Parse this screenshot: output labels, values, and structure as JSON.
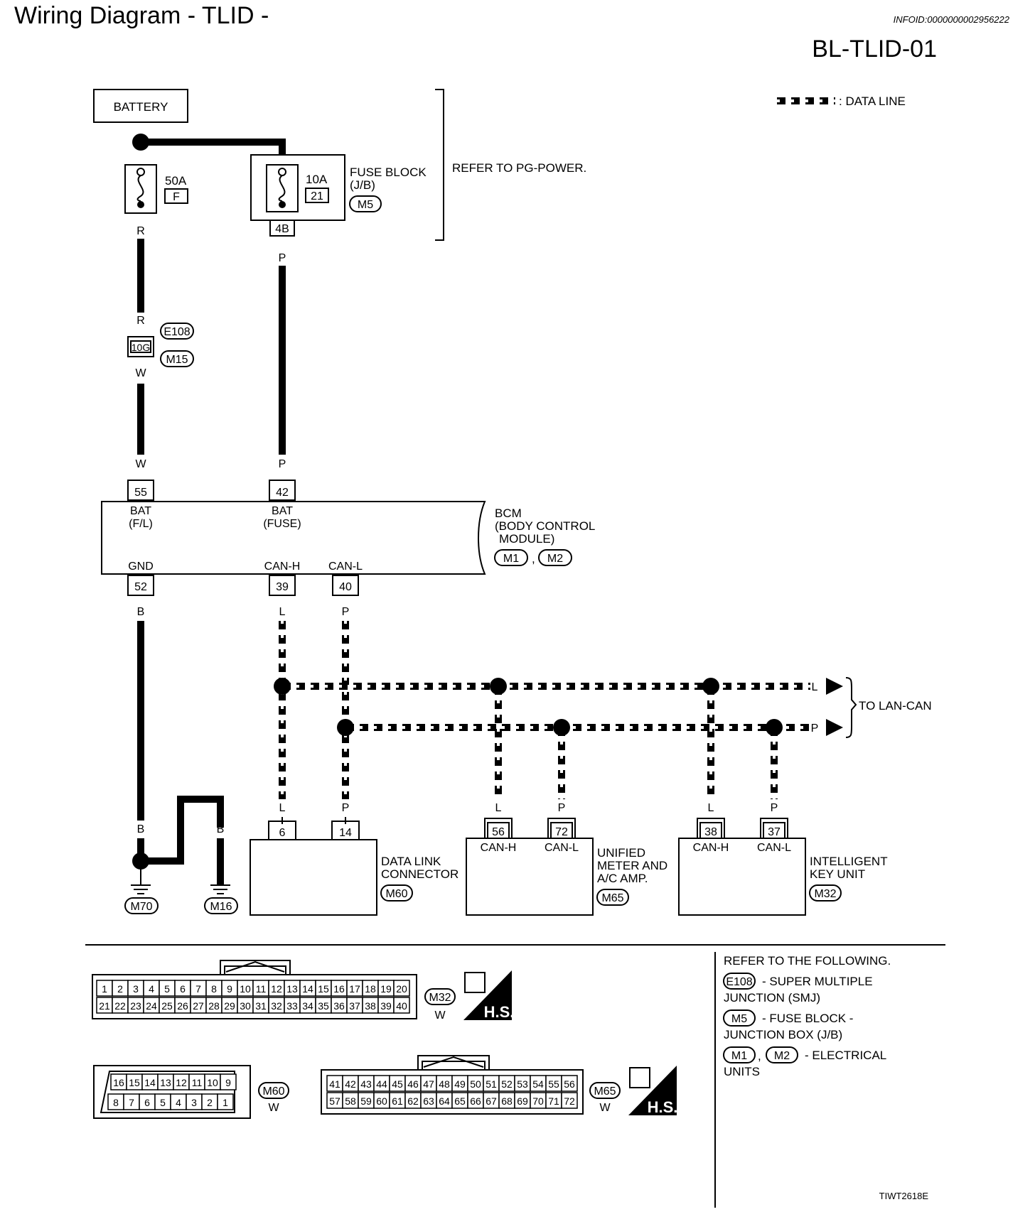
{
  "header": {
    "title": "Wiring Diagram - TLID -",
    "info_id": "INFOID:0000000002956222",
    "diagram_code": "BL-TLID-01"
  },
  "legend": {
    "data_line_label": ": DATA LINE"
  },
  "power": {
    "battery": "BATTERY",
    "fuse_f_rating": "50A",
    "fuse_f_id": "F",
    "fuse_21_rating": "10A",
    "fuse_21_id": "21",
    "fuse_block_name": "FUSE BLOCK",
    "fuse_block_sub": "(J/B)",
    "fuse_block_conn": "M5",
    "fuse_block_terminal": "4B",
    "refer_pg": "REFER TO PG-POWER."
  },
  "junction": {
    "terminal": "10G",
    "conn_1": "E108",
    "conn_2": "M15"
  },
  "wire_colors": {
    "red": "R",
    "white": "W",
    "pink": "P",
    "black": "B",
    "blue": "L"
  },
  "bcm": {
    "name": "BCM",
    "desc_1": "(BODY CONTROL",
    "desc_2": "MODULE)",
    "conn_1": "M1",
    "conn_2": "M2",
    "pins": {
      "bat_fl_num": "55",
      "bat_fl_line1": "BAT",
      "bat_fl_line2": "(F/L)",
      "bat_fuse_num": "42",
      "bat_fuse_line1": "BAT",
      "bat_fuse_line2": "(FUSE)",
      "gnd_num": "52",
      "gnd_label": "GND",
      "canh_num": "39",
      "canh_label": "CAN-H",
      "canl_num": "40",
      "canl_label": "CAN-L"
    }
  },
  "lan_can": {
    "label": "TO LAN-CAN",
    "comma": ","
  },
  "grounds": {
    "g1": "M70",
    "g2": "M16"
  },
  "dlc": {
    "name_1": "DATA LINK",
    "name_2": "CONNECTOR",
    "conn": "M60",
    "pin_h": "6",
    "pin_l": "14"
  },
  "meter": {
    "name_1": "UNIFIED",
    "name_2": "METER AND",
    "name_3": "A/C AMP.",
    "conn": "M65",
    "pin_h": "56",
    "pin_l": "72",
    "label_h": "CAN-H",
    "label_l": "CAN-L"
  },
  "iku": {
    "name_1": "INTELLIGENT",
    "name_2": "KEY UNIT",
    "conn": "M32",
    "pin_h": "38",
    "pin_l": "37",
    "label_h": "CAN-H",
    "label_l": "CAN-L"
  },
  "connectors": {
    "m32": {
      "id": "M32",
      "color": "W",
      "row1": [
        "1",
        "2",
        "3",
        "4",
        "5",
        "6",
        "7",
        "8",
        "9",
        "10",
        "11",
        "12",
        "13",
        "14",
        "15",
        "16",
        "17",
        "18",
        "19",
        "20"
      ],
      "row2": [
        "21",
        "22",
        "23",
        "24",
        "25",
        "26",
        "27",
        "28",
        "29",
        "30",
        "31",
        "32",
        "33",
        "34",
        "35",
        "36",
        "37",
        "38",
        "39",
        "40"
      ]
    },
    "m60": {
      "id": "M60",
      "color": "W",
      "row1": [
        "16",
        "15",
        "14",
        "13",
        "12",
        "11",
        "10",
        "9"
      ],
      "row2": [
        "8",
        "7",
        "6",
        "5",
        "4",
        "3",
        "2",
        "1"
      ]
    },
    "m65": {
      "id": "M65",
      "color": "W",
      "row1": [
        "41",
        "42",
        "43",
        "44",
        "45",
        "46",
        "47",
        "48",
        "49",
        "50",
        "51",
        "52",
        "53",
        "54",
        "55",
        "56"
      ],
      "row2": [
        "57",
        "58",
        "59",
        "60",
        "61",
        "62",
        "63",
        "64",
        "65",
        "66",
        "67",
        "68",
        "69",
        "70",
        "71",
        "72"
      ]
    },
    "hs_label": "H.S."
  },
  "refer": {
    "heading": "REFER TO THE FOLLOWING.",
    "e108": "E108",
    "e108_desc1": "- SUPER MULTIPLE",
    "e108_desc2": "JUNCTION (SMJ)",
    "m5": "M5",
    "m5_desc1": "- FUSE BLOCK -",
    "m5_desc2": "JUNCTION BOX (J/B)",
    "m1": "M1",
    "m2": "M2",
    "m12_desc1": "- ELECTRICAL",
    "m12_desc2": "UNITS"
  },
  "footer": {
    "figure_id": "TIWT2618E"
  }
}
